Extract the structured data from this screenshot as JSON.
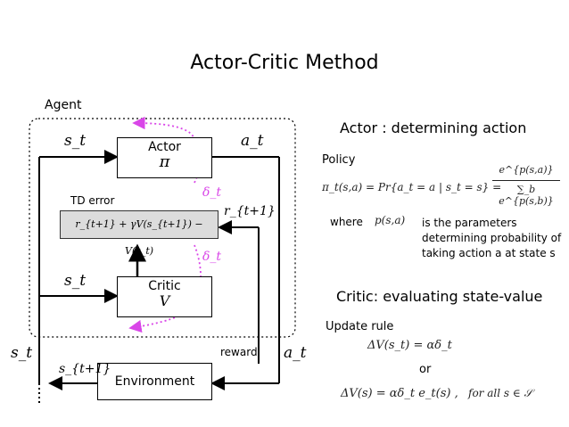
{
  "title": "Actor-Critic Method",
  "diagram": {
    "agent_label": "Agent",
    "actor": {
      "label": "Actor",
      "symbol": "π"
    },
    "critic": {
      "label": "Critic",
      "symbol": "V"
    },
    "environment": {
      "label": "Environment"
    },
    "td_error_label": "TD error",
    "td_error_formula": "r_{t+1} + γV(s_{t+1}) − V(s_t)",
    "delta_top": "δ_t",
    "delta_bottom": "δ_t",
    "r_next": "r_{t+1}",
    "s_t_actor": "s_t",
    "s_t_critic": "s_t",
    "s_t_left": "s_t",
    "s_next": "s_{t+1}",
    "a_t_actor": "a_t",
    "a_t_right": "a_t",
    "reward_label": "reward",
    "colors": {
      "delta_arrow": "#d946e8",
      "agent_border": "#000000",
      "td_fill": "#dcdcdc"
    }
  },
  "actor_section": {
    "heading": "Actor : determining action",
    "policy_label": "Policy",
    "policy_formula_left": "π_t(s,a) = Pr{a_t = a | s_t = s} =",
    "policy_numerator": "e^{p(s,a)}",
    "policy_denominator": "∑_b e^{p(s,b)}",
    "where_label": "where",
    "where_symbol": "p(s,a)",
    "where_desc_line1": "is the parameters",
    "where_desc_line2": "determining probability of",
    "where_desc_line3": "taking action a at state s"
  },
  "critic_section": {
    "heading": "Critic: evaluating state-value",
    "update_label": "Update rule",
    "update_formula_1": "ΔV(s_t) = αδ_t",
    "or_label": "or",
    "update_formula_2": "ΔV(s) = αδ_t e_t(s) ,",
    "update_formula_2_cond": "for all s ∈ 𝒮"
  }
}
